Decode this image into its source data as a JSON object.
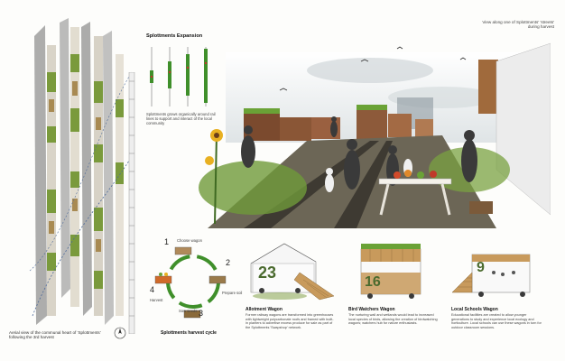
{
  "aerial": {
    "caption": "Aerial view of the communal heart of 'Splottments' following the 3rd harvest"
  },
  "expansion": {
    "title": "Splottments Expansion",
    "desc": "Splottments grows organically around rail lines to support and interact of the local community"
  },
  "main_view": {
    "caption": "View along one of Splottments' 'streets' during harvest"
  },
  "cycle": {
    "title": "Splottments harvest cycle",
    "steps": [
      {
        "num": "1",
        "label": "Choose wagon"
      },
      {
        "num": "2",
        "label": "Prepare soil"
      },
      {
        "num": "3",
        "label": "Sow seeds"
      },
      {
        "num": "4",
        "label": "Harvest"
      }
    ]
  },
  "wagons": [
    {
      "number": "23",
      "title": "Allotment Wagon",
      "desc": "Former railway wagons are transformed into greenhouses with lightweight polycarbonate roofs and framed with built-in planters to advertise excess produce for sale as part of the Splottments 'Swapshop' network."
    },
    {
      "number": "16",
      "title": "Bird Watchers Wagon",
      "desc": "The nurturing wall and wetlands would lead to increased local species of birds, allowing the creation of birdwatching wagons; watchers hub for nature enthusiasts."
    },
    {
      "number": "9",
      "title": "Local Schools Wagon",
      "desc": "Educational facilities are created to allow younger generations to study and experience local ecology and horticulture. Local schools can use these wagons in turn for outdoor classroom sessions."
    }
  ],
  "colors": {
    "accent_green": "#3f8f2a",
    "wagon_timber": "#c89a5c",
    "number_green": "#4a6a2e"
  }
}
